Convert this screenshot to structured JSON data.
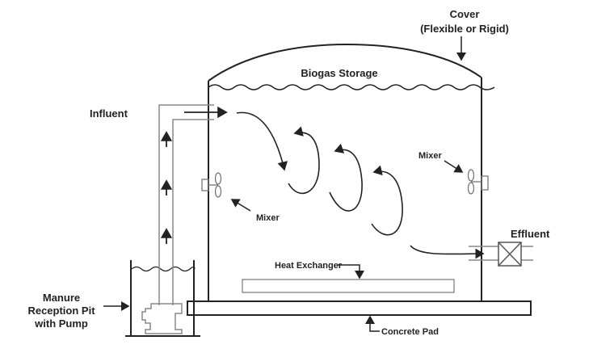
{
  "labels": {
    "cover_line1": "Cover",
    "cover_line2": "(Flexible or Rigid)",
    "biogas_storage": "Biogas Storage",
    "influent": "Influent",
    "mixer_left": "Mixer",
    "mixer_right": "Mixer",
    "effluent": "Effluent",
    "heat_exchanger": "Heat Exchanger",
    "concrete_pad": "Concrete Pad",
    "pit_line1": "Manure",
    "pit_line2": "Reception Pit",
    "pit_line3": "with Pump"
  },
  "colors": {
    "line": "#222222",
    "light_line": "#888888"
  }
}
